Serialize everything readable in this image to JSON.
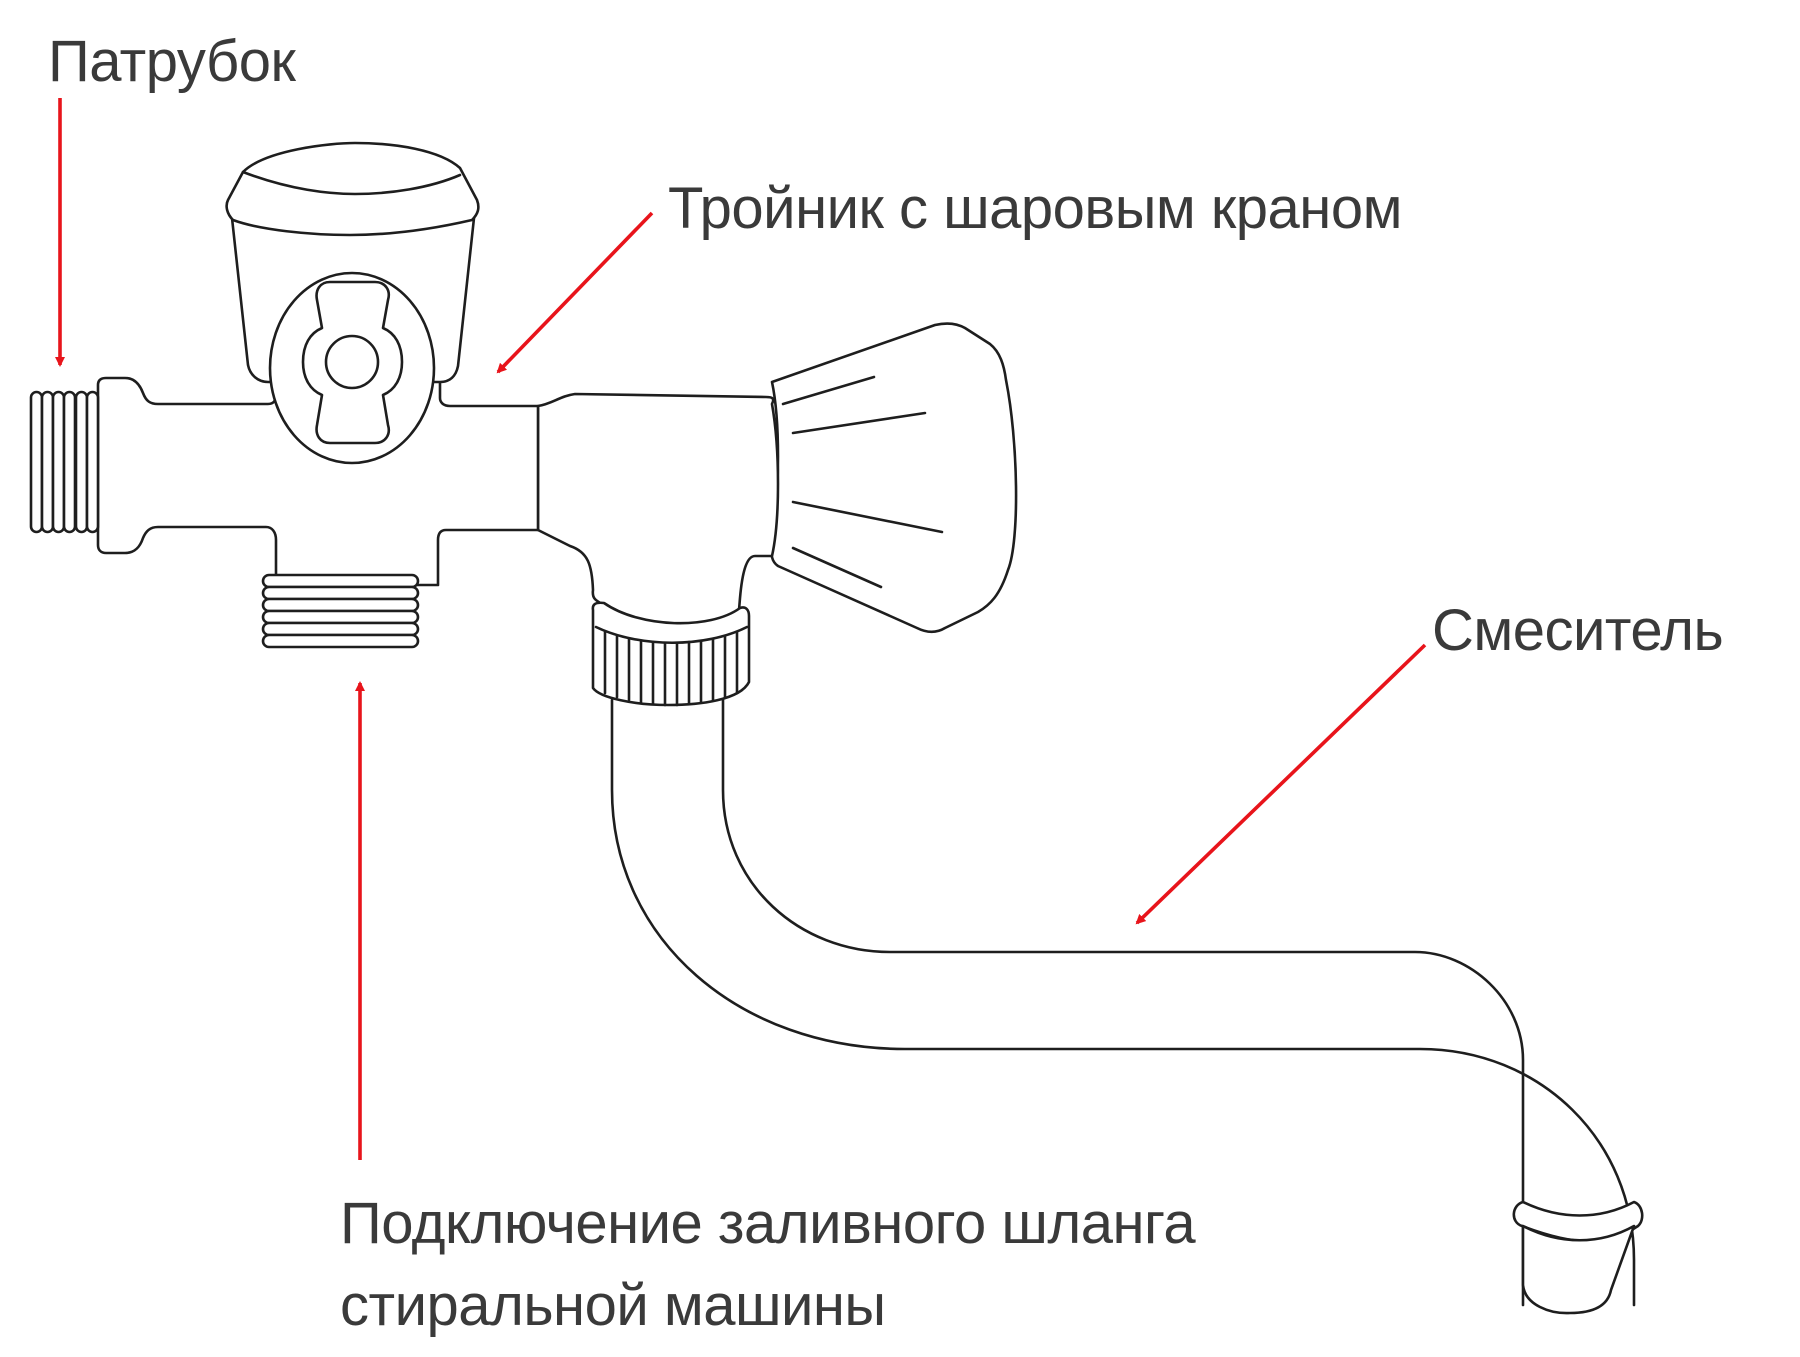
{
  "title": "Схема подключения тройника с шаровым краном",
  "colors": {
    "arrow": "#e8141b",
    "outline": "#1e1e1e",
    "text": "#3a3a3a",
    "background": "#ffffff"
  },
  "labels": {
    "patrubok": "Патрубок",
    "tee": "Тройник с шаровым краном",
    "mixer": "Смеситель",
    "hose_line1": "Подключение заливного шланга",
    "hose_line2": "стиральной машины"
  },
  "parts": [
    {
      "id": "pipe-nipple",
      "label_ref": "labels.patrubok"
    },
    {
      "id": "tee-ball-valve",
      "label_ref": "labels.tee"
    },
    {
      "id": "mixer-faucet",
      "label_ref": "labels.mixer"
    },
    {
      "id": "hose-connection",
      "label_ref": "labels.hose_line1"
    }
  ]
}
